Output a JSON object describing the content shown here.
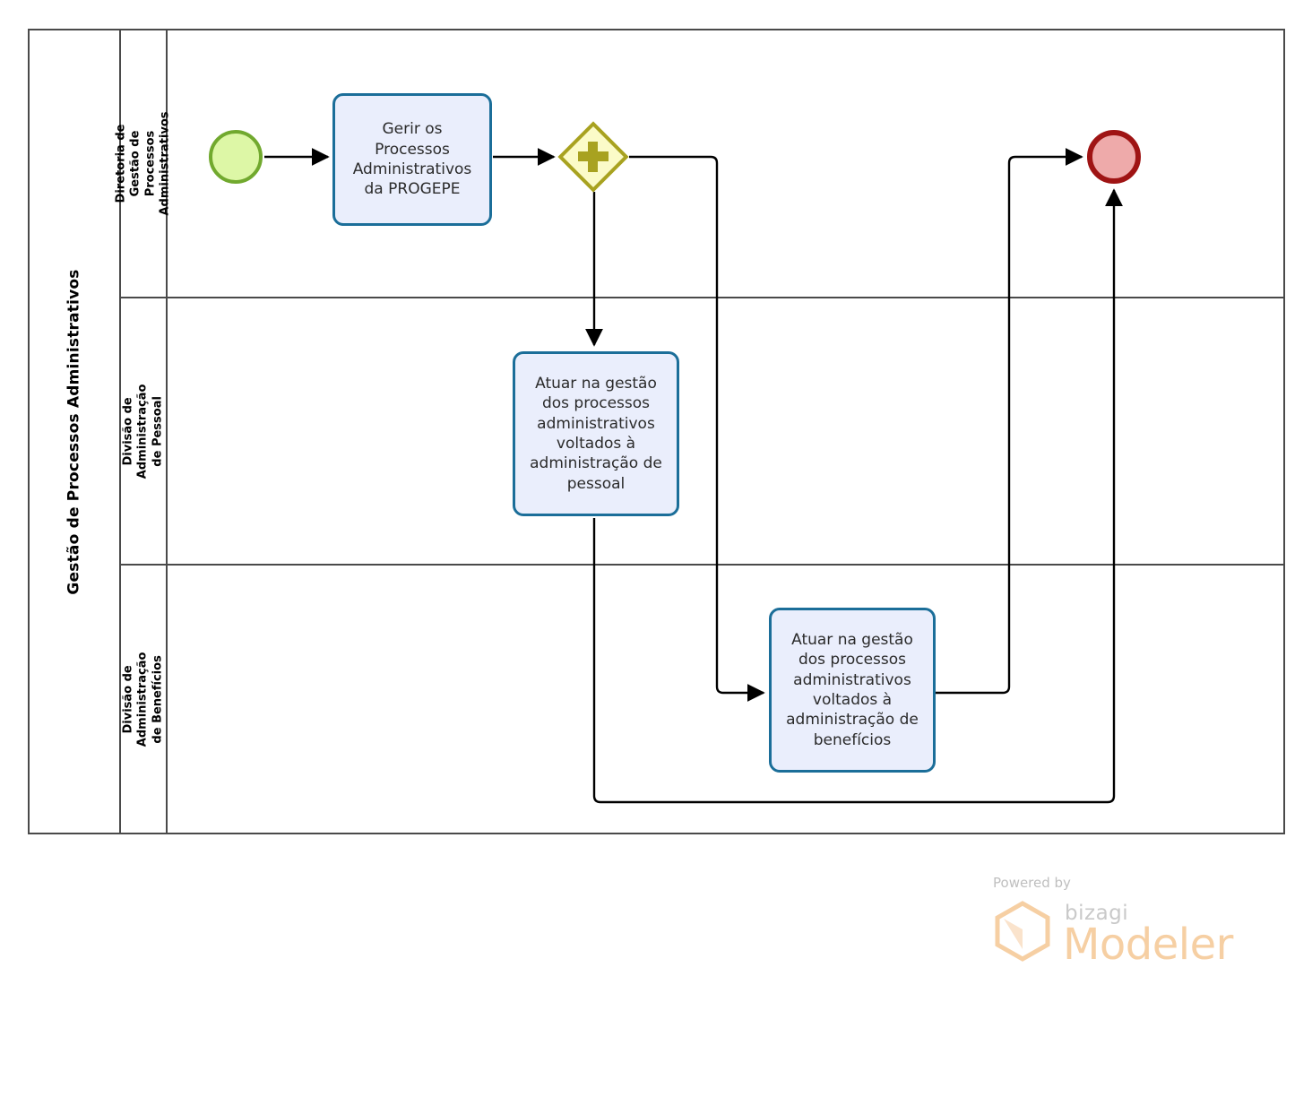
{
  "pool": {
    "label": "Gestão de Processos Administrativos"
  },
  "lanes": [
    {
      "id": "lane-diretoria",
      "label": "Diretoria de Gestão de Processos Administrativos"
    },
    {
      "id": "lane-pessoal",
      "label": "Divisão de Administração de Pessoal"
    },
    {
      "id": "lane-beneficios",
      "label": "Divisão de Administração de Benefícios"
    }
  ],
  "events": {
    "start": {
      "name": "start-event",
      "label": "",
      "fill": "#ddf7a6",
      "stroke": "#71a92e"
    },
    "end": {
      "name": "end-event",
      "label": "",
      "fill": "#eeaaaa",
      "stroke": "#9f1414"
    }
  },
  "gateway": {
    "name": "parallel-gateway",
    "type": "parallel",
    "symbol": "plus",
    "label": "",
    "fill": "#fbfbc8",
    "stroke": "#a8a220"
  },
  "tasks": [
    {
      "id": "task-gerir",
      "label": "Gerir os Processos Administrativos da PROGEPE",
      "lane": "lane-diretoria"
    },
    {
      "id": "task-pessoal",
      "label": "Atuar na gestão dos processos administrativos voltados à administração de pessoal",
      "lane": "lane-pessoal"
    },
    {
      "id": "task-beneficios",
      "label": "Atuar na gestão dos processos administrativos voltados à administração de benefícios",
      "lane": "lane-beneficios"
    }
  ],
  "flows": [
    {
      "from": "start-event",
      "to": "task-gerir"
    },
    {
      "from": "task-gerir",
      "to": "parallel-gateway"
    },
    {
      "from": "parallel-gateway",
      "to": "task-pessoal"
    },
    {
      "from": "parallel-gateway",
      "to": "task-beneficios"
    },
    {
      "from": "task-beneficios",
      "to": "end-event"
    },
    {
      "from": "task-pessoal",
      "to": "end-event"
    }
  ],
  "branding": {
    "powered_by": "Powered by",
    "product_small": "bizagi",
    "product_big": "Modeler",
    "accent": "#f6cfa3"
  },
  "colors": {
    "task_fill": "#eaeefc",
    "task_stroke": "#1b6e99",
    "pool_stroke": "#4a4a4a",
    "connector": "#000000"
  }
}
